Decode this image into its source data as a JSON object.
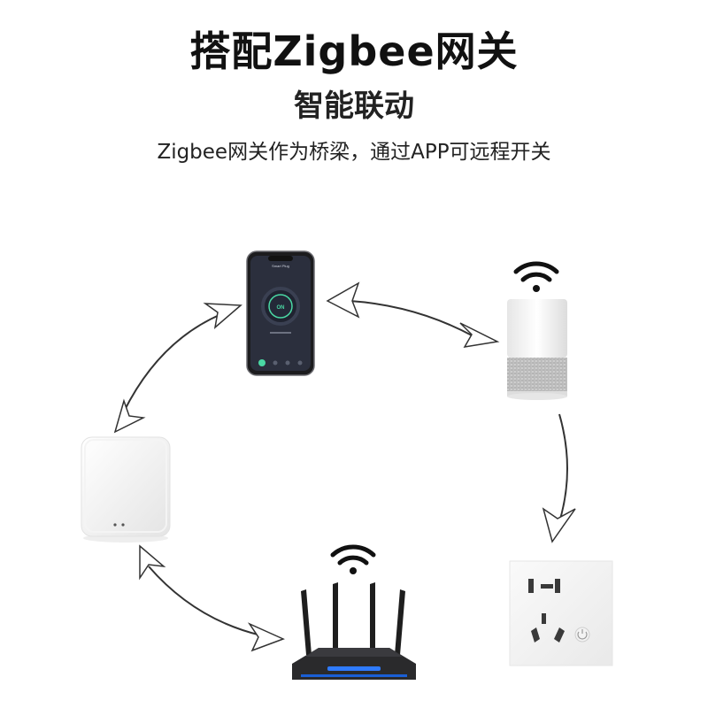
{
  "header": {
    "title": "搭配Zigbee网关",
    "subtitle": "智能联动",
    "description": "Zigbee网关作为桥梁，通过APP可远程开关"
  },
  "phone_screen": {
    "app_title": "Smart Plug",
    "power_button_label": "ON"
  },
  "colors": {
    "phone_screen_bg": "#2b2f3d",
    "power_ring": "#4ad8a4",
    "router_glow": "#2f7bff",
    "arrow_fill": "#ffffff",
    "arrow_stroke": "#333333"
  },
  "icons": [
    "wifi-icon",
    "wifi-icon",
    "power-icon"
  ]
}
